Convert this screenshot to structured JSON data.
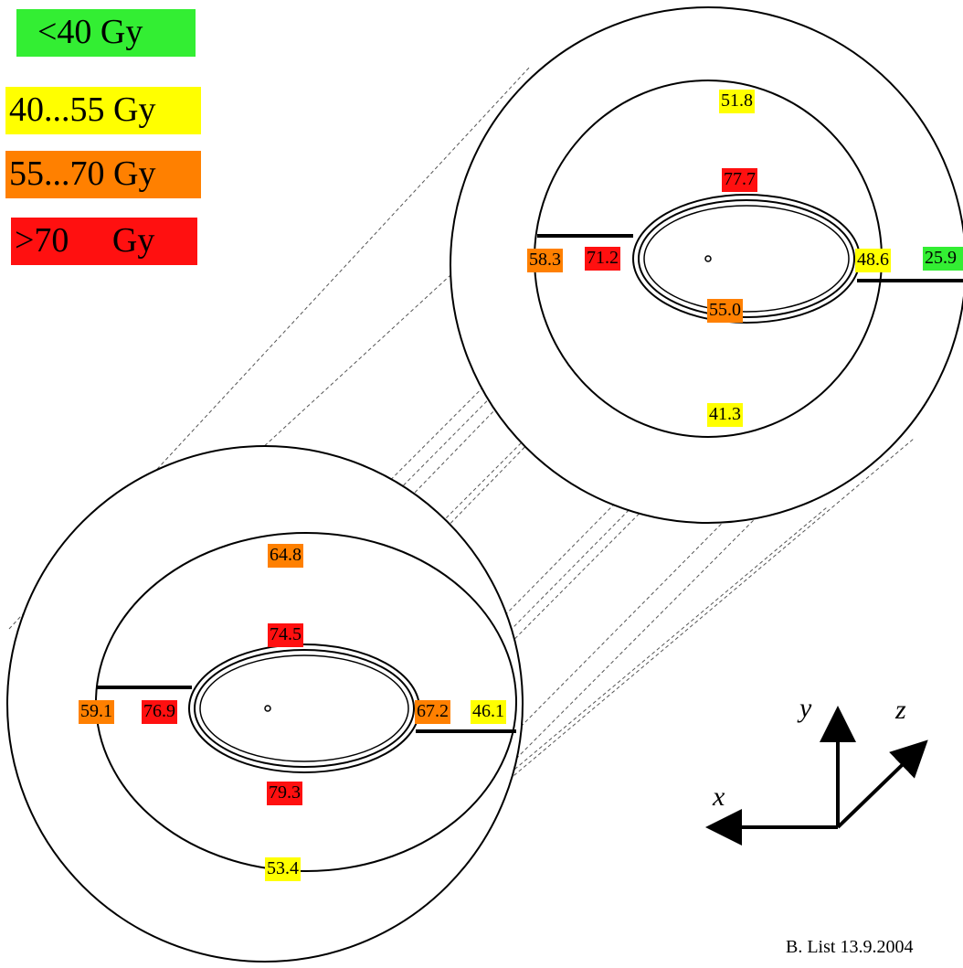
{
  "legend": [
    {
      "label": "  <40 Gy",
      "color": "#33ee33"
    },
    {
      "label": "40...55 Gy",
      "color": "#ffff00"
    },
    {
      "label": "55...70 Gy",
      "color": "#ff8000"
    },
    {
      "label": ">70     Gy",
      "color": "#ff1010"
    }
  ],
  "colors": {
    "green": "#33ee33",
    "yellow": "#ffff00",
    "orange": "#ff8000",
    "red": "#ff1010"
  },
  "back_doses": {
    "outer_top": "51.8",
    "inner_top": "77.7",
    "left_outer": "58.3",
    "left_inner": "71.2",
    "right_inner": "48.6",
    "right_outer": "25.9",
    "inner_bottom": "55.0",
    "outer_bottom": "41.3"
  },
  "front_doses": {
    "outer_top": "64.8",
    "inner_top": "74.5",
    "left_outer": "59.1",
    "left_inner": "76.9",
    "right_inner": "67.2",
    "right_outer": "46.1",
    "inner_bottom": "79.3",
    "outer_bottom": "53.4"
  },
  "axes": {
    "x": "x",
    "y": "y",
    "z": "z"
  },
  "credit": "B. List 13.9.2004"
}
